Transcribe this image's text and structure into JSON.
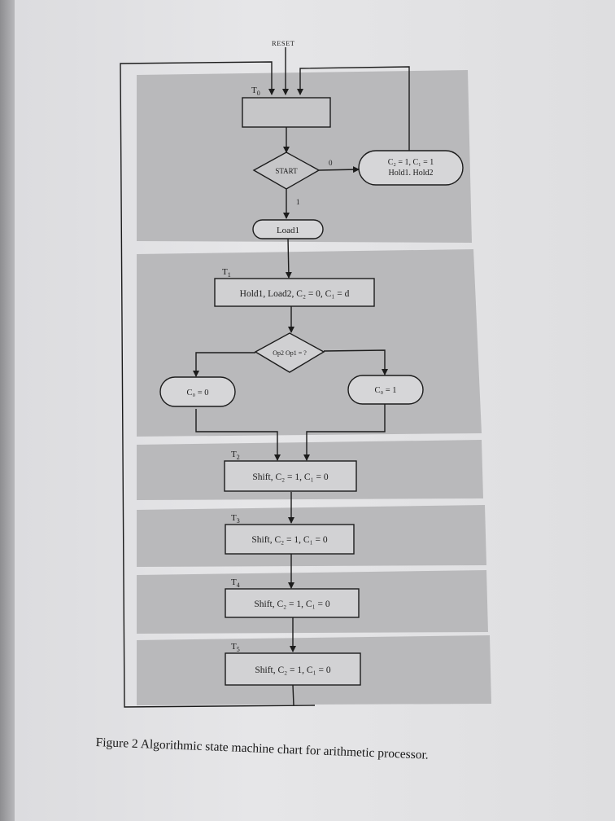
{
  "diagram": {
    "reset_label": "RESET",
    "state_labels": {
      "t0": "T",
      "t0_sub": "0",
      "t1": "T",
      "t1_sub": "1",
      "t2": "T",
      "t2_sub": "2",
      "t3": "T",
      "t3_sub": "3",
      "t4": "T",
      "t4_sub": "4",
      "t5": "T",
      "t5_sub": "5"
    },
    "decision_start": "START",
    "branch_zero": "0",
    "branch_one": "1",
    "hold_box": {
      "line1": "C₂ = 1, C₁ = 1",
      "line2": "Hold1. Hold2"
    },
    "load1": "Load1",
    "t1_box": "Hold1, Load2, C₂ = 0, C₁ = d",
    "decision_op": "Op2 Op1 = ?",
    "c0_zero": "C₀ = 0",
    "c0_one": "C₀ = 1",
    "t2_box": "Shift, C₂ = 1, C₁ = 0",
    "t3_box": "Shift, C₂ = 1, C₁ = 0",
    "t4_box": "Shift, C₂ = 1, C₁ = 0",
    "t5_box": "Shift, C₂ = 1, C₁ = 0"
  },
  "caption": "Figure 2  Algorithmic state machine chart for arithmetic processor."
}
